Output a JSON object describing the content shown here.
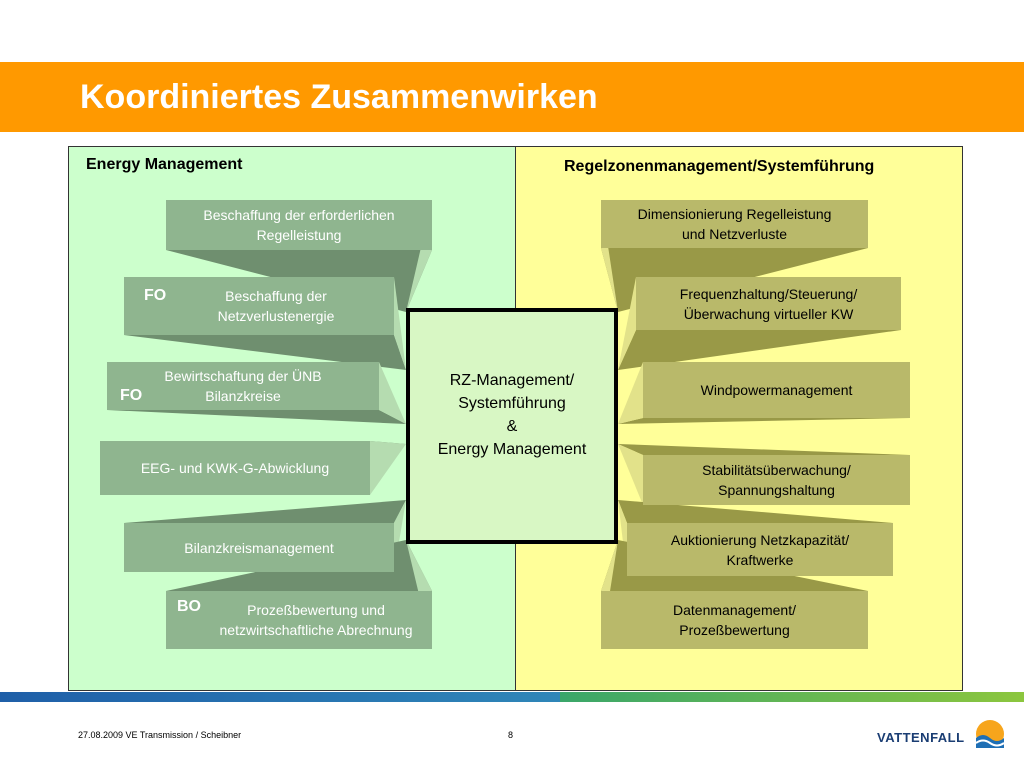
{
  "title": "Koordiniertes Zusammenwirken",
  "left_panel": {
    "heading": "Energy Management",
    "items": [
      {
        "text": "Beschaffung der erforderlichen\nRegelleistung",
        "tag": ""
      },
      {
        "text": "Beschaffung der\nNetzverlustenergie",
        "tag": "FO"
      },
      {
        "text": "Bewirtschaftung der ÜNB\nBilanzkreise",
        "tag": "FO"
      },
      {
        "text": "EEG- und KWK-G-Abwicklung",
        "tag": ""
      },
      {
        "text": "Bilanzkreismanagement",
        "tag": ""
      },
      {
        "text": "Prozeßbewertung und\nnetzwirtschaftliche Abrechnung",
        "tag": "BO"
      }
    ]
  },
  "right_panel": {
    "heading": "Regelzonenmanagement/Systemführung",
    "items": [
      {
        "text": "Dimensionierung Regelleistung\nund Netzverluste"
      },
      {
        "text": "Frequenzhaltung/Steuerung/\nÜberwachung virtueller KW"
      },
      {
        "text": "Windpowermanagement"
      },
      {
        "text": "Stabilitätsüberwachung/\nSpannungshaltung"
      },
      {
        "text": "Auktionierung Netzkapazität/\nKraftwerke"
      },
      {
        "text": "Datenmanagement/\nProzeßbewertung"
      }
    ]
  },
  "center": {
    "text": "RZ-Management/\nSystemführung\n&\nEnergy Management"
  },
  "footer": {
    "date_text": "27.08.2009 VE Transmission / Scheibner",
    "page_number": "8",
    "logo_text": "VATTENFALL"
  },
  "colors": {
    "header": "#ff9900",
    "left_panel_bg": "#ccffcc",
    "right_panel_bg": "#ffff99",
    "left_box": "#8fb58f",
    "left_box_dark": "#6f8f6f",
    "left_box_light": "#b5dcb0",
    "right_box": "#b9b96a",
    "right_box_dark": "#999947",
    "right_box_light": "#e2e28a"
  }
}
